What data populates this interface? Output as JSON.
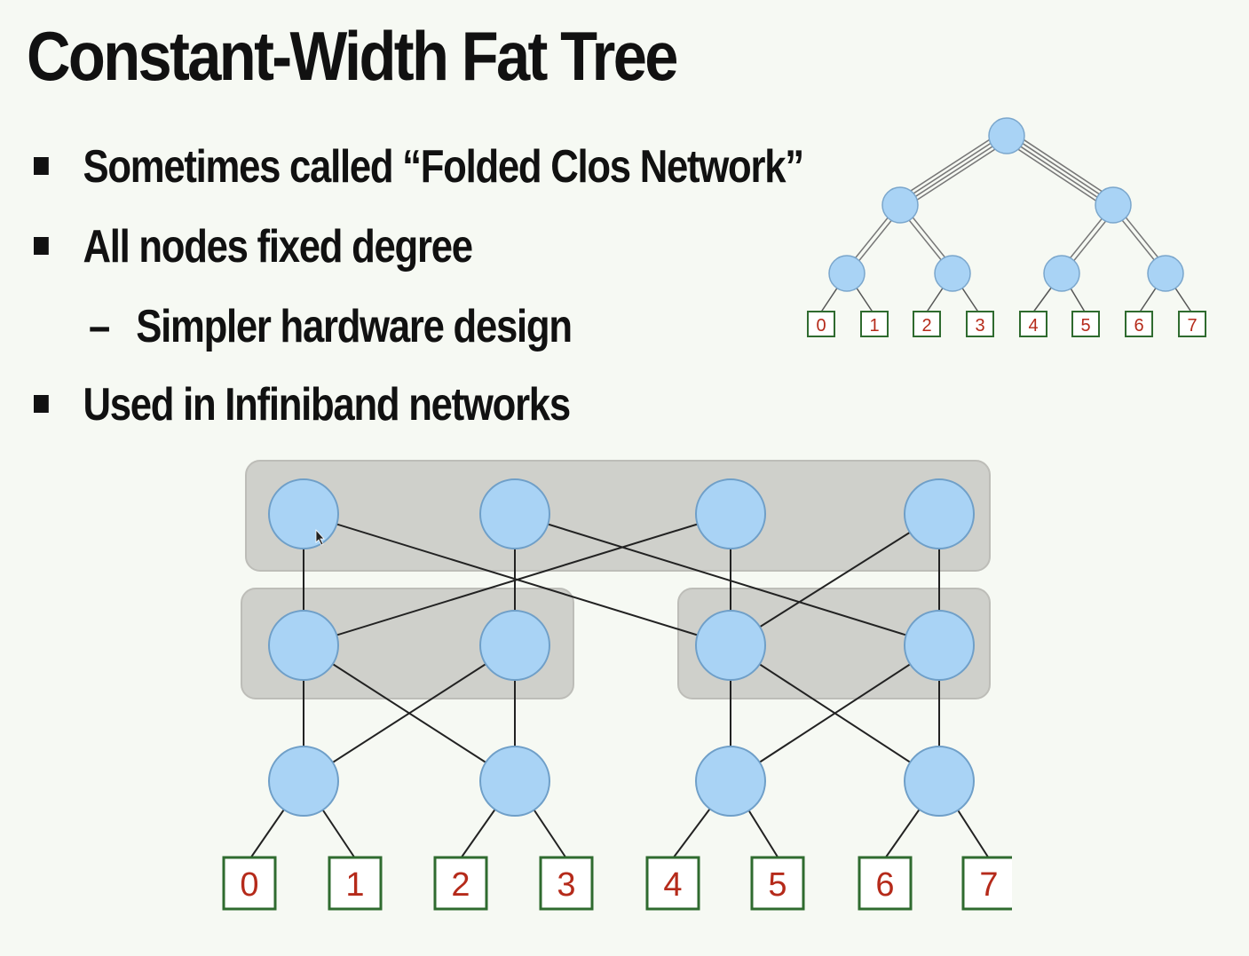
{
  "slide": {
    "title": "Constant-Width Fat Tree",
    "bullets": [
      {
        "level": 1,
        "text": "Sometimes called “Folded Clos Network”"
      },
      {
        "level": 1,
        "text": "All nodes fixed degree"
      },
      {
        "level": 2,
        "text": "Simpler hardware design"
      },
      {
        "level": 1,
        "text": "Used in Infiniband networks"
      }
    ]
  },
  "small_tree": {
    "leaf_labels": [
      "0",
      "1",
      "2",
      "3",
      "4",
      "5",
      "6",
      "7"
    ]
  },
  "main_diagram": {
    "leaf_labels": [
      "0",
      "1",
      "2",
      "3",
      "4",
      "5",
      "6",
      "7"
    ]
  },
  "colors": {
    "node_fill": "#a9d3f5",
    "node_stroke": "#6f9fc8",
    "leaf_border": "#2f6b2f",
    "leaf_text": "#b52a1a",
    "group_box": "#cfd0cb",
    "edge": "#222222"
  }
}
